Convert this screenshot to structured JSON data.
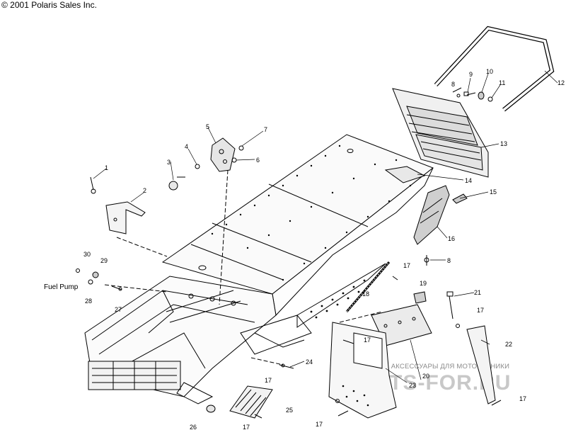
{
  "header": {
    "copyright": "© 2001 Polaris Sales Inc."
  },
  "labels": {
    "fuel_pump": "Fuel Pump"
  },
  "watermark": {
    "top_text": "ЗАПЧАСТИ И АКСЕССУАРЫ ДЛЯ МОТОТЕХНИКИ",
    "logo": "PARTS-FOR.RU"
  },
  "callouts": [
    {
      "id": "c1",
      "text": "1"
    },
    {
      "id": "c2",
      "text": "2"
    },
    {
      "id": "c3",
      "text": "3"
    },
    {
      "id": "c4",
      "text": "4"
    },
    {
      "id": "c5",
      "text": "5"
    },
    {
      "id": "c6",
      "text": "6"
    },
    {
      "id": "c7",
      "text": "7"
    },
    {
      "id": "c8a",
      "text": "8"
    },
    {
      "id": "c9",
      "text": "9"
    },
    {
      "id": "c10",
      "text": "10"
    },
    {
      "id": "c11",
      "text": "11"
    },
    {
      "id": "c12",
      "text": "12"
    },
    {
      "id": "c13",
      "text": "13"
    },
    {
      "id": "c14",
      "text": "14"
    },
    {
      "id": "c15",
      "text": "15"
    },
    {
      "id": "c16",
      "text": "16"
    },
    {
      "id": "c8b",
      "text": "8"
    },
    {
      "id": "c17a",
      "text": "17"
    },
    {
      "id": "c18",
      "text": "18"
    },
    {
      "id": "c19",
      "text": "19"
    },
    {
      "id": "c21",
      "text": "21"
    },
    {
      "id": "c17b",
      "text": "17"
    },
    {
      "id": "c22",
      "text": "22"
    },
    {
      "id": "c30",
      "text": "30"
    },
    {
      "id": "c29",
      "text": "29"
    },
    {
      "id": "c28",
      "text": "28"
    },
    {
      "id": "c27",
      "text": "27"
    },
    {
      "id": "c24",
      "text": "24"
    },
    {
      "id": "c17c",
      "text": "17"
    },
    {
      "id": "c20",
      "text": "20"
    },
    {
      "id": "c23",
      "text": "23"
    },
    {
      "id": "c17d",
      "text": "17"
    },
    {
      "id": "c25",
      "text": "25"
    },
    {
      "id": "c17e",
      "text": "17"
    },
    {
      "id": "c26",
      "text": "26"
    },
    {
      "id": "c17f",
      "text": "17"
    },
    {
      "id": "c17g",
      "text": "17"
    }
  ]
}
